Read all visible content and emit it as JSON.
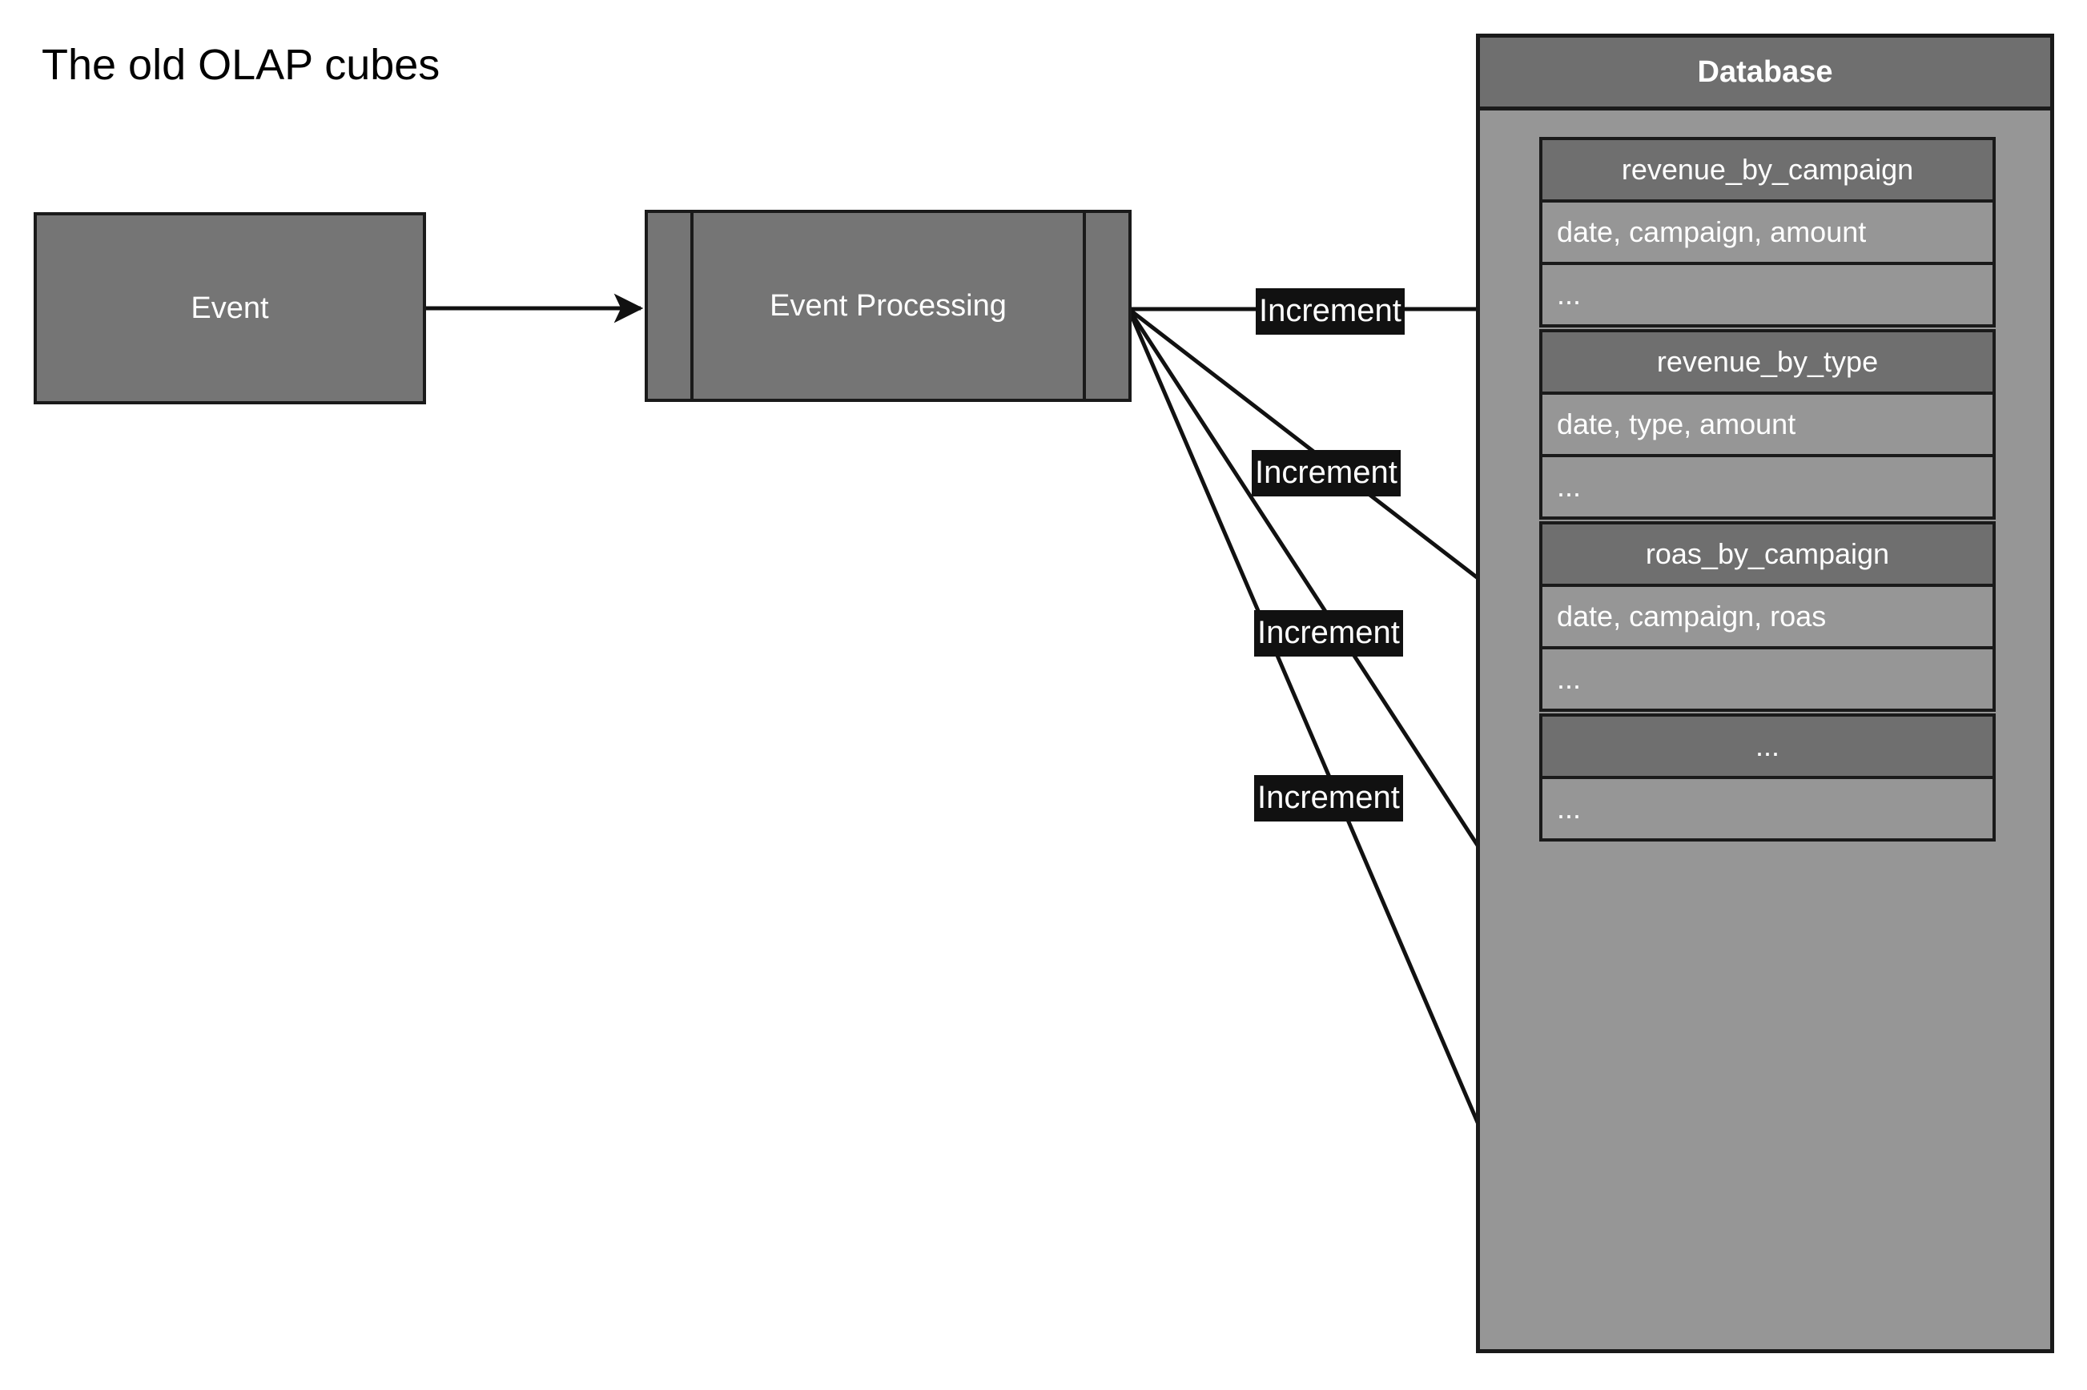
{
  "title": "The old OLAP cubes",
  "nodes": {
    "event": {
      "label": "Event"
    },
    "event_processing": {
      "label": "Event Processing"
    }
  },
  "database": {
    "title": "Database",
    "tables": [
      {
        "name": "revenue_by_campaign",
        "rows": [
          "date, campaign, amount",
          "..."
        ]
      },
      {
        "name": "revenue_by_type",
        "rows": [
          "date, type, amount",
          "..."
        ]
      },
      {
        "name": "roas_by_campaign",
        "rows": [
          "date, campaign, roas",
          "..."
        ]
      },
      {
        "name": "...",
        "rows": [
          "..."
        ]
      }
    ]
  },
  "edges": [
    {
      "label": "",
      "from": "event",
      "to": "event_processing"
    },
    {
      "label": "Increment",
      "from": "event_processing",
      "to": "revenue_by_campaign"
    },
    {
      "label": "Increment",
      "from": "event_processing",
      "to": "revenue_by_type"
    },
    {
      "label": "Increment",
      "from": "event_processing",
      "to": "roas_by_campaign"
    },
    {
      "label": "Increment",
      "from": "event_processing",
      "to": "..."
    }
  ],
  "colors": {
    "node_fill": "#757575",
    "table_header_fill": "#6f6f6f",
    "table_row_fill": "#969696",
    "container_fill": "#969696",
    "stroke": "#1a1a1a",
    "text_on_fill": "#ffffff",
    "label_background": "#111111",
    "page_background": "#ffffff"
  }
}
